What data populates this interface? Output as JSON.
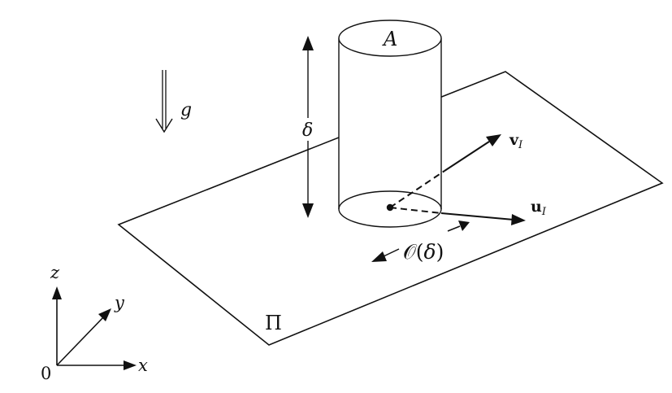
{
  "labels": {
    "area": "A",
    "height": "δ",
    "gravity": "g",
    "velocity": "v",
    "velocity_sub": "I",
    "displacement": "u",
    "displacement_sub": "I",
    "order_prefix": "𝒪(",
    "order_var": "δ",
    "order_suffix": ")",
    "plane": "Π",
    "axis_x": "x",
    "axis_y": "y",
    "axis_z": "z",
    "origin": "0"
  },
  "colors": {
    "ink": "#111111",
    "background": "#ffffff"
  }
}
